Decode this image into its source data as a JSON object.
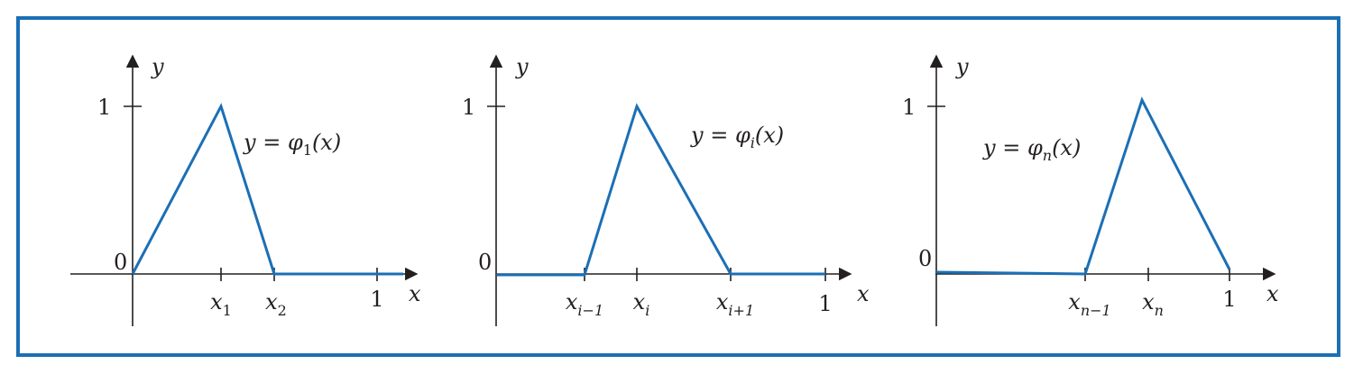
{
  "colors": {
    "frame": "#1b6fb5",
    "curve": "#1b6fb5",
    "axis": "#231f20",
    "text": "#231f20"
  },
  "panels": [
    {
      "y_axis": {
        "label": "y",
        "tick_label": "1",
        "origin_label": "0"
      },
      "x_axis": {
        "label": "x"
      },
      "x_ticks": [
        {
          "base": "x",
          "sub": "1"
        },
        {
          "base": "x",
          "sub": "2"
        },
        {
          "base": "1",
          "sub": ""
        }
      ],
      "formula": {
        "lhs": "y = ",
        "fn": "φ",
        "sub": "1",
        "arg": "(x)"
      }
    },
    {
      "y_axis": {
        "label": "y",
        "tick_label": "1",
        "origin_label": "0"
      },
      "x_axis": {
        "label": "x"
      },
      "x_ticks": [
        {
          "base": "x",
          "sub": "i−1"
        },
        {
          "base": "x",
          "sub": "i"
        },
        {
          "base": "x",
          "sub": "i+1"
        },
        {
          "base": "1",
          "sub": ""
        }
      ],
      "formula": {
        "lhs": "y = ",
        "fn": "φ",
        "sub": "i",
        "arg": "(x)"
      }
    },
    {
      "y_axis": {
        "label": "y",
        "tick_label": "1",
        "origin_label": "0"
      },
      "x_axis": {
        "label": "x"
      },
      "x_ticks": [
        {
          "base": "x",
          "sub": "n−1"
        },
        {
          "base": "x",
          "sub": "n"
        },
        {
          "base": "1",
          "sub": ""
        }
      ],
      "formula": {
        "lhs": "y = ",
        "fn": "φ",
        "sub": "n",
        "arg": "(x)"
      }
    }
  ]
}
